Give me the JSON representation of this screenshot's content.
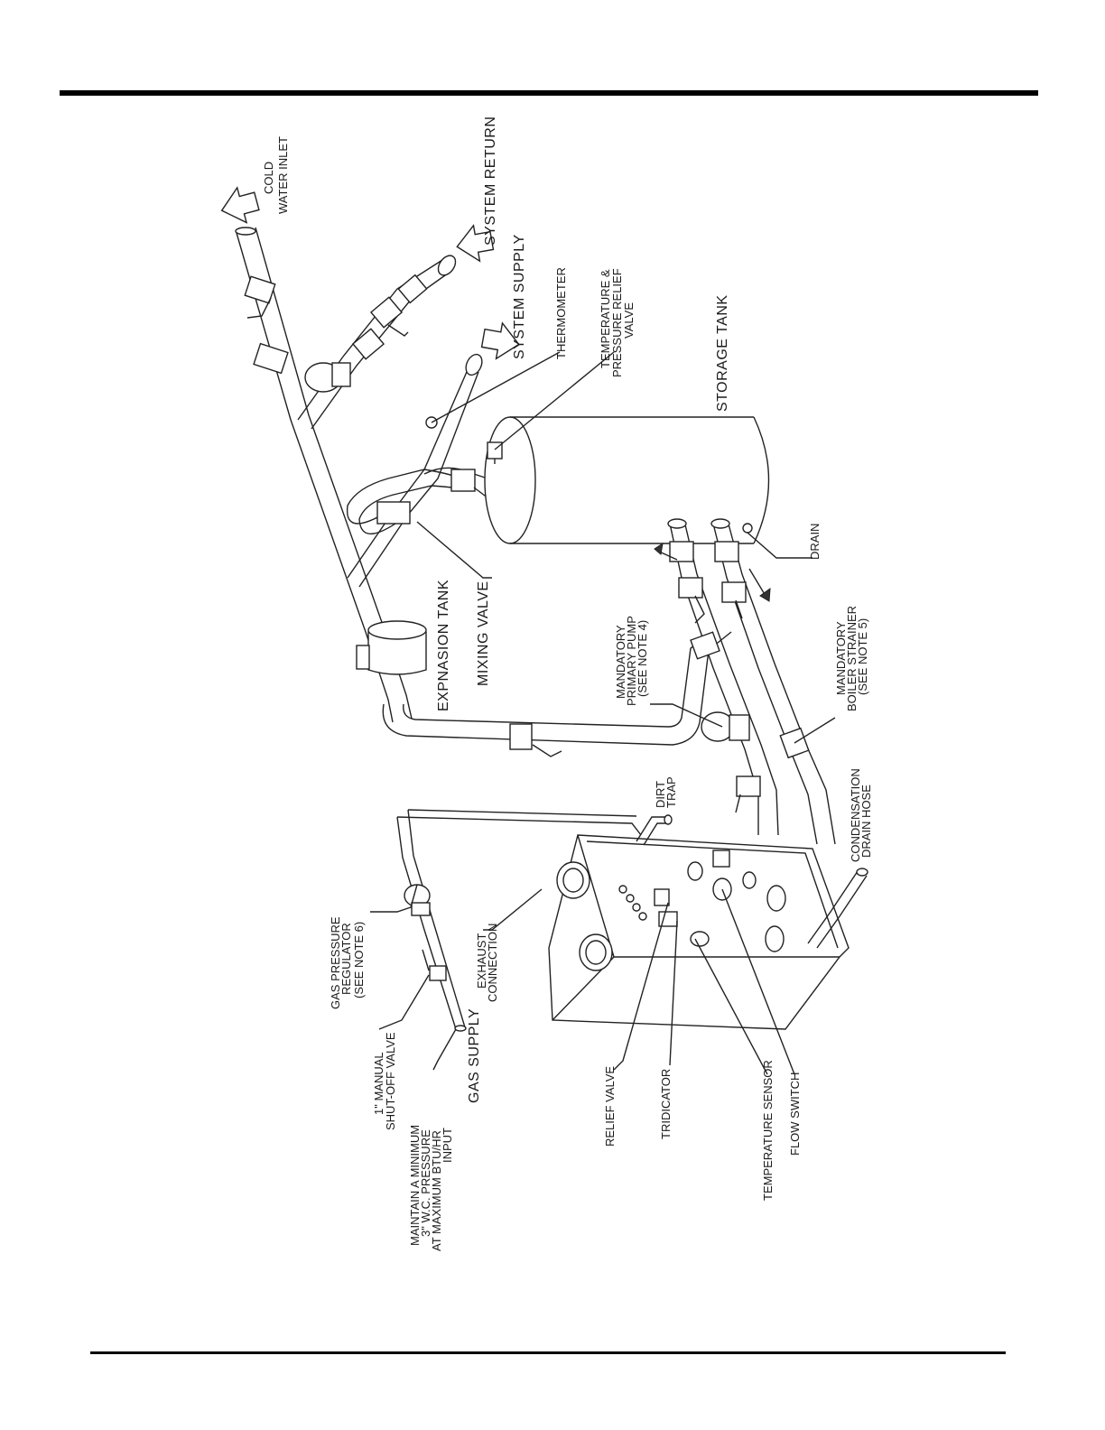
{
  "labels": {
    "cold_water_inlet_1": "COLD",
    "cold_water_inlet_2": "WATER INLET",
    "system_return": "SYSTEM RETURN",
    "system_supply": "SYSTEM SUPPLY",
    "thermometer": "THERMOMETER",
    "tp_relief_1": "TEMPERATURE &",
    "tp_relief_2": "PRESSURE RELIEF",
    "tp_relief_3": "VALVE",
    "storage_tank": "STORAGE TANK",
    "drain": "DRAIN",
    "mixing_valve": "MIXING VALVE",
    "expansion_tank": "EXPNASION TANK",
    "primary_pump_1": "MANDATORY",
    "primary_pump_2": "PRIMARY PUMP",
    "primary_pump_3": "(SEE NOTE 4)",
    "boiler_strainer_1": "MANDATORY",
    "boiler_strainer_2": "BOILER STRAINER",
    "boiler_strainer_3": "(SEE NOTE 5)",
    "dirt_trap_1": "DIRT",
    "dirt_trap_2": "TRAP",
    "condensation_1": "CONDENSATION",
    "condensation_2": "DRAIN HOSE",
    "gas_regulator_1": "GAS PRESSURE",
    "gas_regulator_2": "REGULATOR",
    "gas_regulator_3": "(SEE NOTE 6)",
    "exhaust_1": "EXHAUST",
    "exhaust_2": "CONNECTION",
    "shutoff_1": "1\" MANUAL",
    "shutoff_2": "SHUT-OFF VALVE",
    "gas_supply": "GAS SUPPLY",
    "min_pressure_1": "MAINTAIN A MINIMUM",
    "min_pressure_2": "3\" W.C. PRESSURE",
    "min_pressure_3": "AT MAXIMUM BTU/HR",
    "min_pressure_4": "INPUT",
    "relief_valve": "RELIEF VALVE",
    "tridicator": "TRIDICATOR",
    "temperature_sensor": "TEMPERATURE SENSOR",
    "flow_switch": "FLOW SWITCH"
  }
}
